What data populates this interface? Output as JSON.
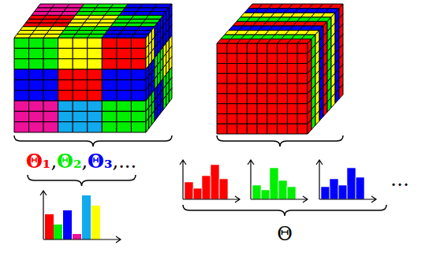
{
  "diagram": {
    "labels": [
      "Θ₁",
      ",",
      "Θ₂",
      ",",
      "Θ₃",
      ",",
      "...",
      "…",
      "Θ"
    ]
  }
}
